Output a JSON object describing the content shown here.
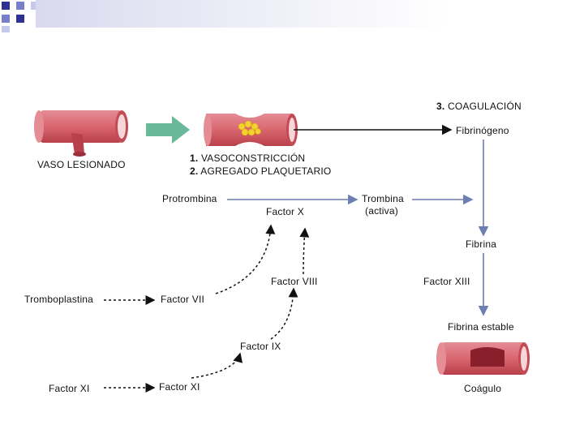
{
  "labels": {
    "vaso_lesionado": "VASO LESIONADO",
    "step1_num": "1.",
    "step1_text": "VASOCONSTRICCIÓN",
    "step2_num": "2.",
    "step2_text": "AGREGADO PLAQUETARIO",
    "step3_num": "3.",
    "step3_text": "COAGULACIÓN",
    "fibrinogeno": "Fibrinógeno",
    "protrombina": "Protrombina",
    "factor_x": "Factor X",
    "trombina": "Trombina",
    "trombina_activa": "(activa)",
    "fibrina": "Fibrina",
    "factor_viii": "Factor VIII",
    "factor_xiii": "Factor XIII",
    "tromboplastina": "Tromboplastina",
    "factor_vii": "Factor VII",
    "factor_ix": "Factor IX",
    "fibrina_estable": "Fibrina estable",
    "factor_xi": "Factor XI",
    "factor_xi_right": "Factor XI",
    "coagulo": "Coágulo"
  },
  "colors": {
    "vessel": "#d9666f",
    "vessel_dark": "#b8404b",
    "arrow_blue": "#6b7fb3",
    "green_arrow": "#6ab89a",
    "platelet": "#f2d22e"
  }
}
